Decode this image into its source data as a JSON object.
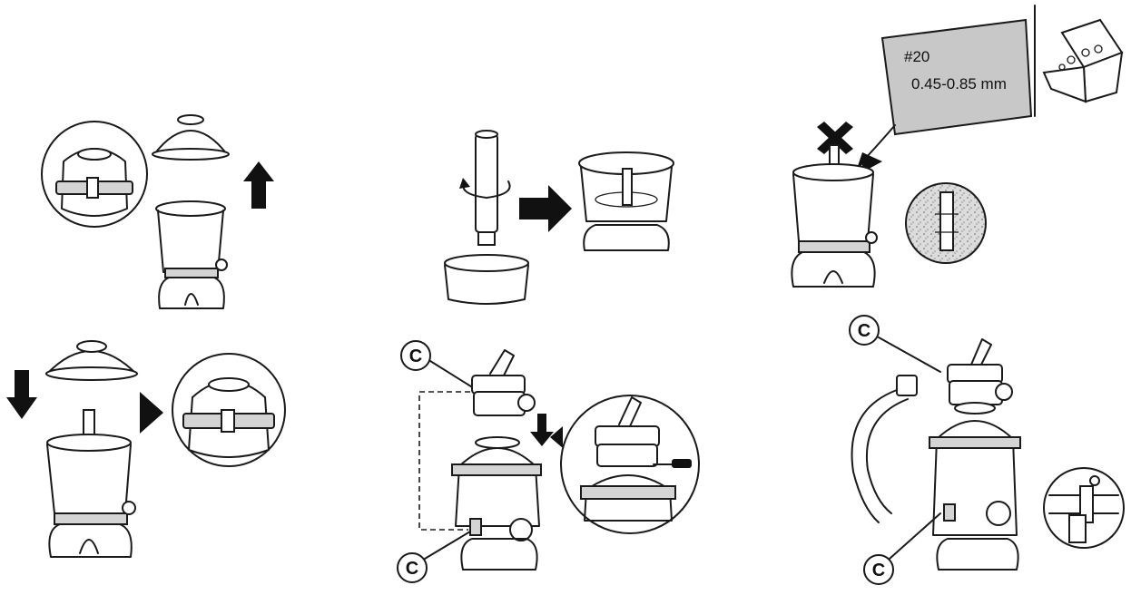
{
  "sand_bag": {
    "grade": "#20",
    "size": "0.45-0.85 mm"
  },
  "callouts": {
    "c": "C"
  },
  "colors": {
    "line": "#1a1a1a",
    "arrow": "#111111",
    "sand_bag": "#c8c8c8"
  }
}
